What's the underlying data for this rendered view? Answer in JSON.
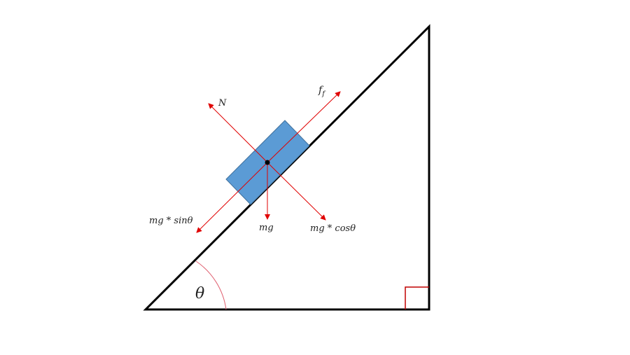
{
  "labels": {
    "normal": "N",
    "friction": "f",
    "friction_sub": "f",
    "sin_component": "mg * sinθ",
    "weight": "mg",
    "cos_component": "mg * cosθ",
    "angle": "θ"
  },
  "colors": {
    "block": "#5b9bd5",
    "arrows": "#e00000",
    "incline": "#000000",
    "angle_arc": "#e06070",
    "right_angle": "#c00000"
  }
}
